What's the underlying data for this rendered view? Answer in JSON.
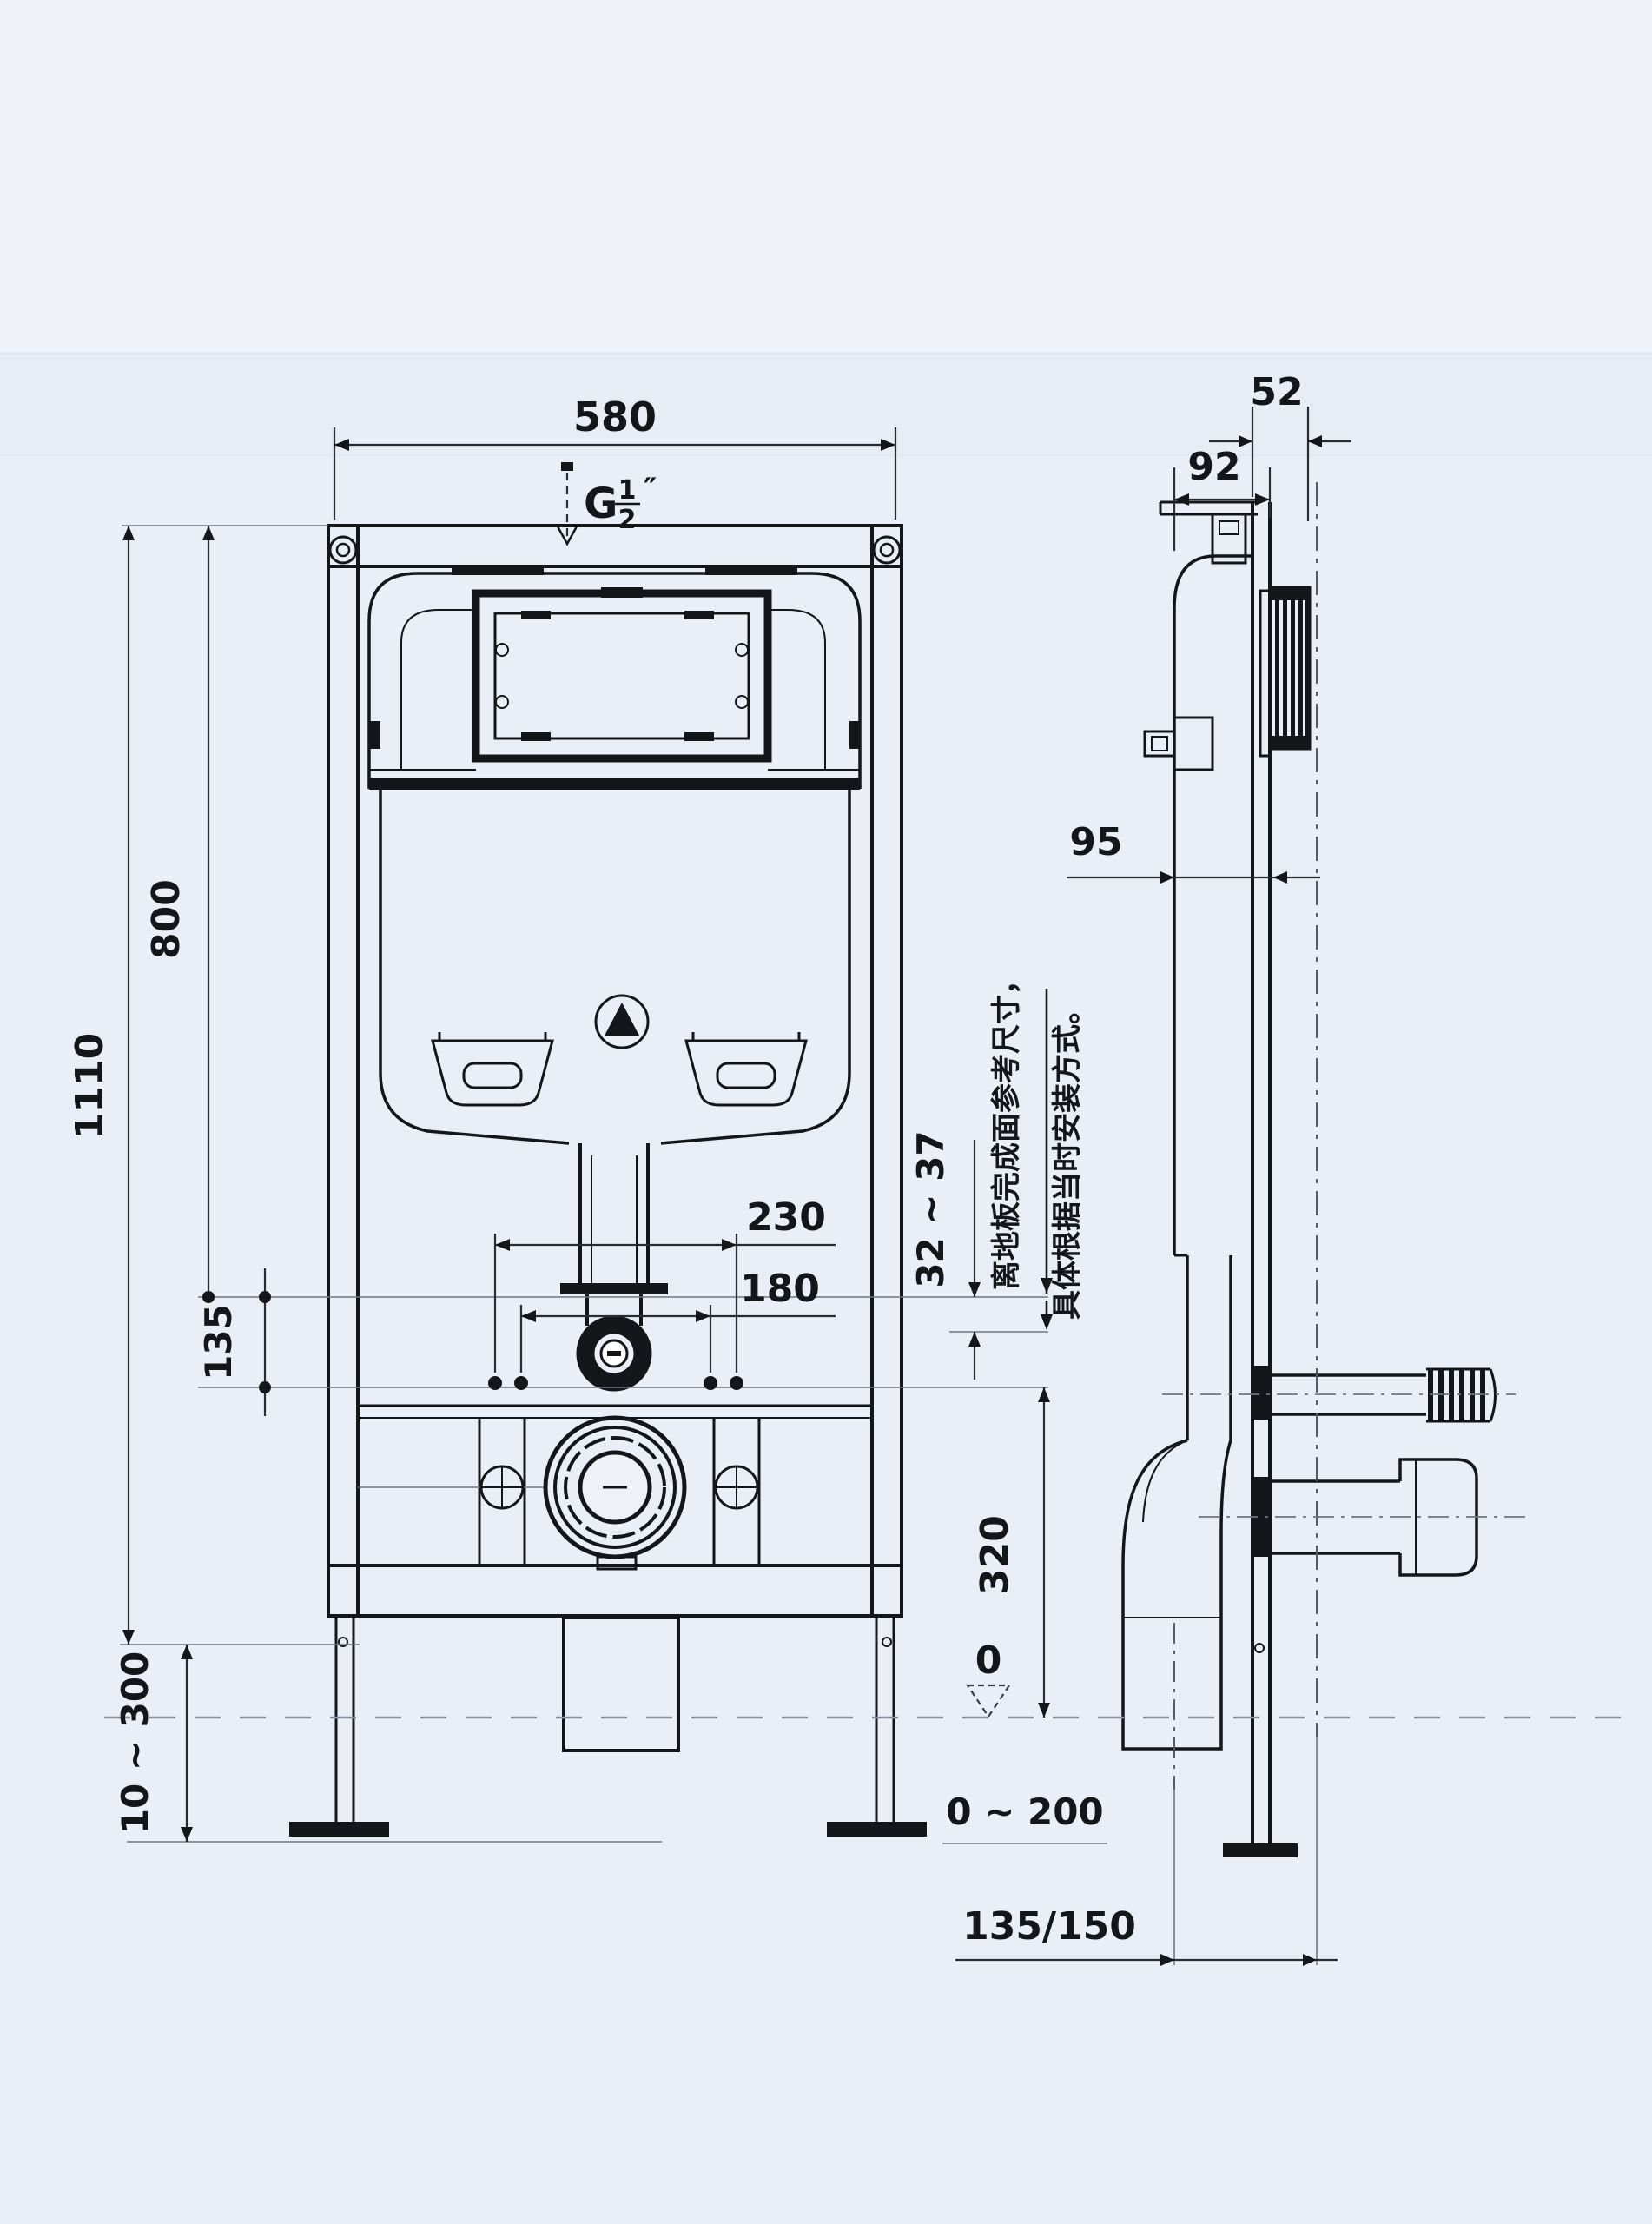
{
  "colors": {
    "background": "#eaeef6",
    "band_top": "#eff2f9",
    "line": "#15161a",
    "ref_line": "#6f7680",
    "floor_dash": "#8b93a1"
  },
  "front_view": {
    "top_width": "580",
    "thread_prefix": "G",
    "thread_numerator": "1",
    "thread_denominator": "2",
    "thread_suffix": "″",
    "overall_height": "1110",
    "tank_height": "800",
    "mid_offset": "135",
    "leg_adjust_range": "10 ~ 300",
    "fixing_span_outer": "230",
    "fixing_span_inner": "180"
  },
  "side_view": {
    "frame_depth_top": "52",
    "cistern_depth": "92",
    "depth_mid": "95",
    "panel_offset_range": "32 ~ 37",
    "outlet_height": "320",
    "floor_level_zero": "0",
    "floor_build_up_range": "0 ~ 200",
    "outlet_depth_options": "135/150"
  },
  "annotations": {
    "note_line1": "离地板完成面参考尺寸，",
    "note_line2": "具体根据当时安装方式。"
  }
}
